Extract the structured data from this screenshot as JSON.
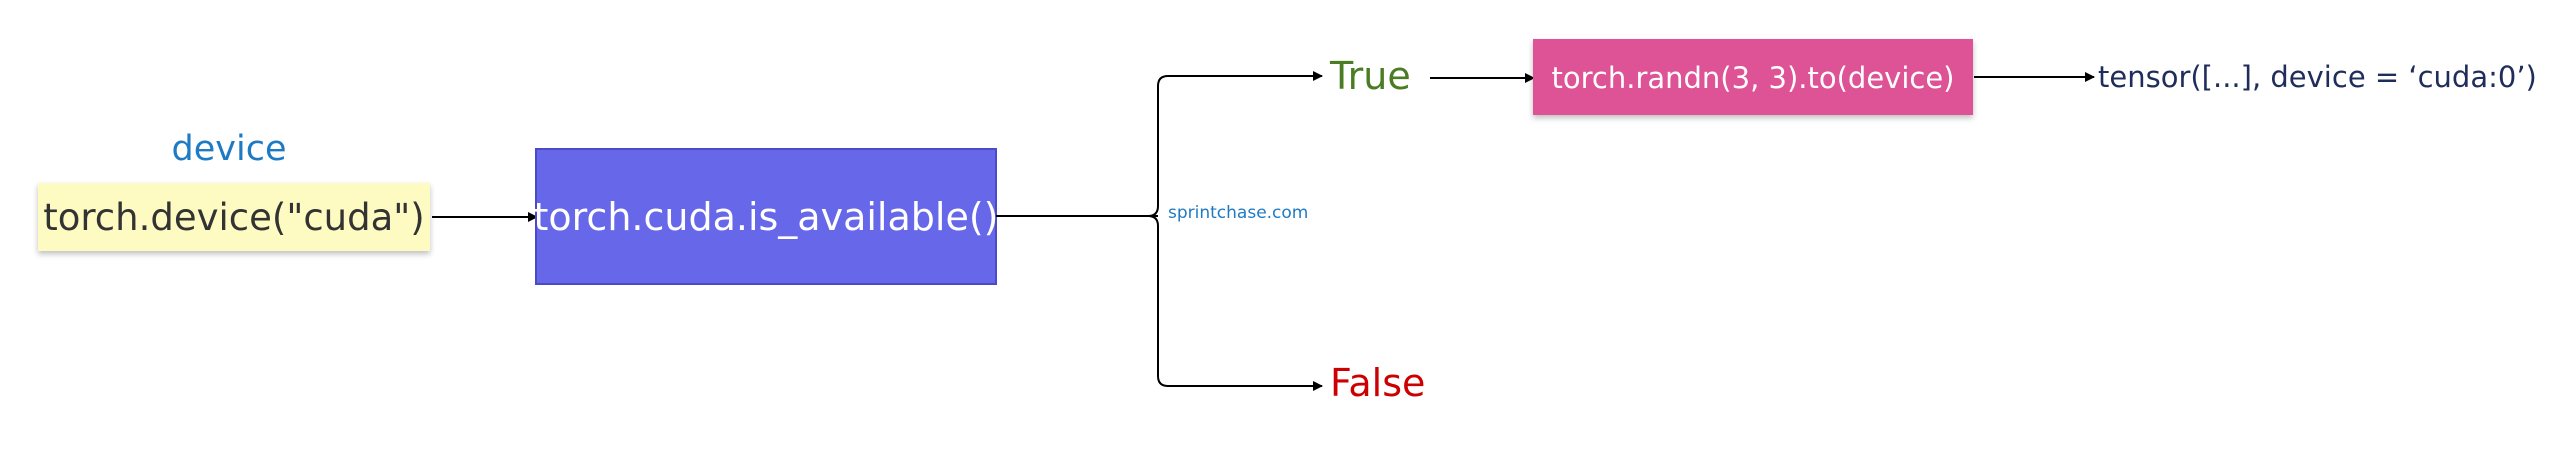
{
  "colors": {
    "device_label": "#1f7ac4",
    "source_box_fill": "#fefbc2",
    "source_text": "#333333",
    "check_box_fill": "#6767ea",
    "check_box_stroke": "#4b4bc8",
    "check_text": "#ffffff",
    "true_text": "#4a7c23",
    "false_text": "#cc0000",
    "tensor_box_fill": "#de5396",
    "tensor_text": "#ffffff",
    "result_text": "#1f2d5a",
    "watermark_text": "#1f7ac4",
    "connector": "#000000"
  },
  "nodes": {
    "device_label": "device",
    "source": "torch.device(\"cuda\")",
    "check": "torch.cuda.is_available()",
    "true_branch": "True",
    "false_branch": "False",
    "tensor_op": "torch.randn(3, 3).to(device)",
    "result": "tensor([...], device = ‘cuda:0’)"
  },
  "watermark": "sprintchase.com"
}
